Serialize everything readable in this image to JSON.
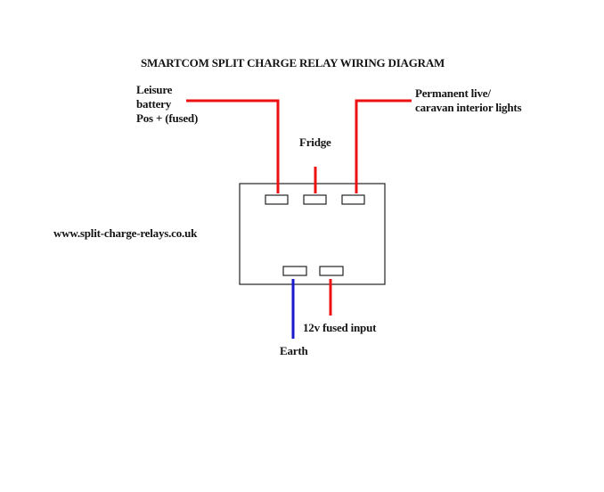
{
  "title": "SMARTCOM SPLIT CHARGE RELAY WIRING DIAGRAM",
  "labels": {
    "leisure": [
      "Leisure",
      "battery",
      "Pos + (fused)"
    ],
    "permanent": [
      "Permanent live/",
      "caravan interior lights"
    ],
    "fridge": "Fridge",
    "website": "www.split-charge-relays.co.uk",
    "input12v": "12v fused input",
    "earth": "Earth"
  },
  "colors": {
    "live_wire": "#ee1111",
    "earth_wire": "#1a1acc",
    "outline": "#222222"
  }
}
